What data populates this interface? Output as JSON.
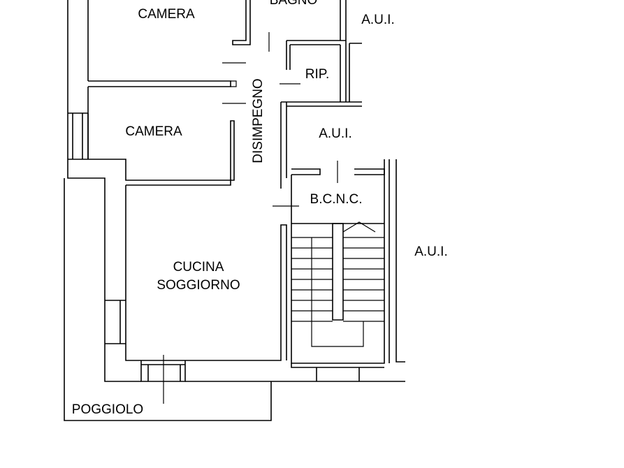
{
  "floor_plan": {
    "rooms": {
      "camera_top": "CAMERA",
      "bagno": "BAGNO",
      "aui_top": "A.U.I.",
      "rip": "RIP.",
      "disimpegno": "DISIMPEGNO",
      "camera_mid": "CAMERA",
      "aui_mid": "A.U.I.",
      "bcnc": "B.C.N.C.",
      "aui_right": "A.U.I.",
      "cucina_line1": "CUCINA",
      "cucina_line2": "SOGGIORNO",
      "poggiolo": "POGGIOLO"
    },
    "colors": {
      "background": "#ffffff",
      "lines": "#000000"
    }
  }
}
